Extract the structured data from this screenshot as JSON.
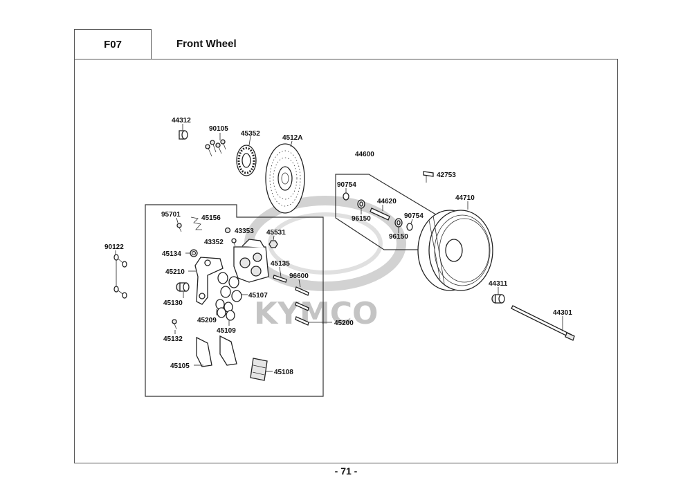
{
  "header": {
    "code": "F07",
    "title": "Front Wheel"
  },
  "footer": {
    "page": "- 71 -"
  },
  "watermark": {
    "brand": "KYMCO"
  },
  "labels": {
    "p44312": "44312",
    "p90105": "90105",
    "p45352": "45352",
    "p4512A": "4512A",
    "p44600": "44600",
    "p42753": "42753",
    "p90754a": "90754",
    "p44620": "44620",
    "p96150a": "96150",
    "p90754b": "90754",
    "p96150b": "96150",
    "p44710": "44710",
    "p95701": "95701",
    "p45156": "45156",
    "p43353": "43353",
    "p43352": "43352",
    "p45531": "45531",
    "p90122": "90122",
    "p45134": "45134",
    "p45135": "45135",
    "p45210": "45210",
    "p96600": "96600",
    "p45130": "45130",
    "p45107": "45107",
    "p45209": "45209",
    "p45109": "45109",
    "p45200": "45200",
    "p45132": "45132",
    "p45105": "45105",
    "p45108": "45108",
    "p44311": "44311",
    "p44301": "44301"
  }
}
